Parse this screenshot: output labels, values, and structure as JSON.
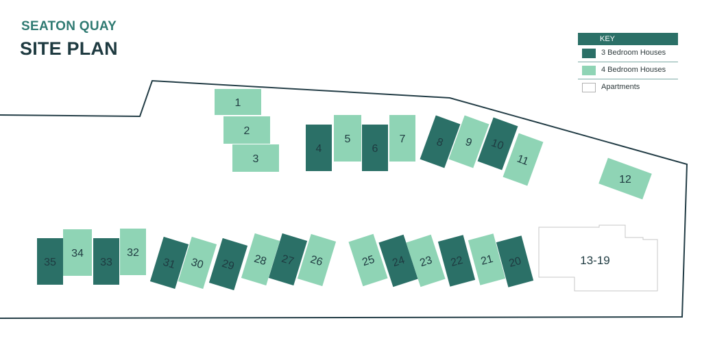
{
  "header": {
    "subtitle": "SEATON QUAY",
    "title": "SITE PLAN"
  },
  "key": {
    "title": "KEY",
    "items": [
      {
        "label": "3 Bedroom Houses",
        "color": "#2b7067"
      },
      {
        "label": "4 Bedroom Houses",
        "color": "#8fd4b5"
      },
      {
        "label": "Apartments",
        "color": "#ffffff"
      }
    ]
  },
  "lots": [
    {
      "label": "1"
    },
    {
      "label": "2"
    },
    {
      "label": "3"
    },
    {
      "label": "4"
    },
    {
      "label": "5"
    },
    {
      "label": "6"
    },
    {
      "label": "7"
    },
    {
      "label": "8"
    },
    {
      "label": "9"
    },
    {
      "label": "10"
    },
    {
      "label": "11"
    },
    {
      "label": "12"
    },
    {
      "label": "13-19"
    },
    {
      "label": "20"
    },
    {
      "label": "21"
    },
    {
      "label": "22"
    },
    {
      "label": "23"
    },
    {
      "label": "24"
    },
    {
      "label": "25"
    },
    {
      "label": "26"
    },
    {
      "label": "27"
    },
    {
      "label": "28"
    },
    {
      "label": "29"
    },
    {
      "label": "30"
    },
    {
      "label": "31"
    },
    {
      "label": "32"
    },
    {
      "label": "33"
    },
    {
      "label": "34"
    },
    {
      "label": "35"
    }
  ]
}
